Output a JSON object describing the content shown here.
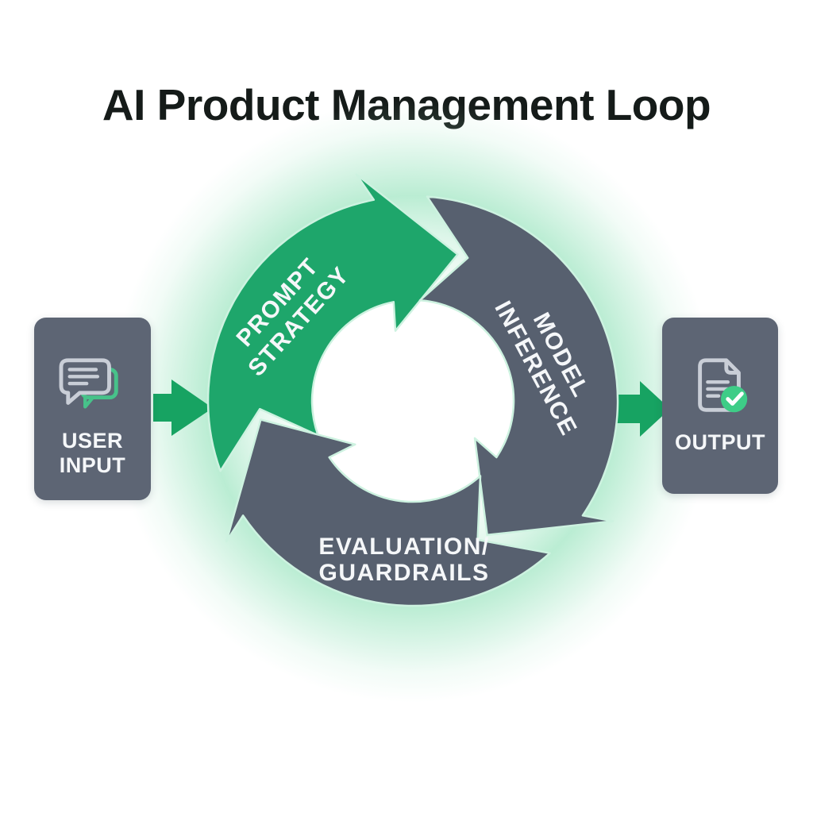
{
  "title": "AI Product Management Loop",
  "loop": {
    "segments": [
      {
        "id": "prompt-strategy",
        "label_lines": [
          "PROMPT",
          "STRATEGY"
        ],
        "color": "#1ea66b"
      },
      {
        "id": "model-inference",
        "label_lines": [
          "MODEL",
          "INFERENCE"
        ],
        "color": "#57606f"
      },
      {
        "id": "evaluation-guardrails",
        "label_lines": [
          "EVALUATION/",
          "GUARDRAILS"
        ],
        "color": "#57606f"
      }
    ]
  },
  "nodes": {
    "user_input": {
      "label_lines": [
        "USER",
        "INPUT"
      ],
      "icon": "chat-bubbles-icon"
    },
    "output": {
      "label": "OUTPUT",
      "icon": "document-check-icon"
    }
  },
  "connectors": [
    {
      "id": "user-input-to-loop",
      "direction": "right"
    },
    {
      "id": "loop-to-output",
      "direction": "right"
    }
  ],
  "colors": {
    "green_loop": "#1ea66b",
    "green_connector": "#17a362",
    "green_icon": "#47c28a",
    "green_check": "#3ecd87",
    "slate_loop": "#57606f",
    "slate_box": "#5d6574",
    "glow_mint": "#a9e8c8",
    "halo": "#cdf2e0",
    "icon_gray": "#c9ced7",
    "title_ink": "#151b19",
    "label_white": "#f5f7f9",
    "inner_circle": "#ffffff"
  }
}
